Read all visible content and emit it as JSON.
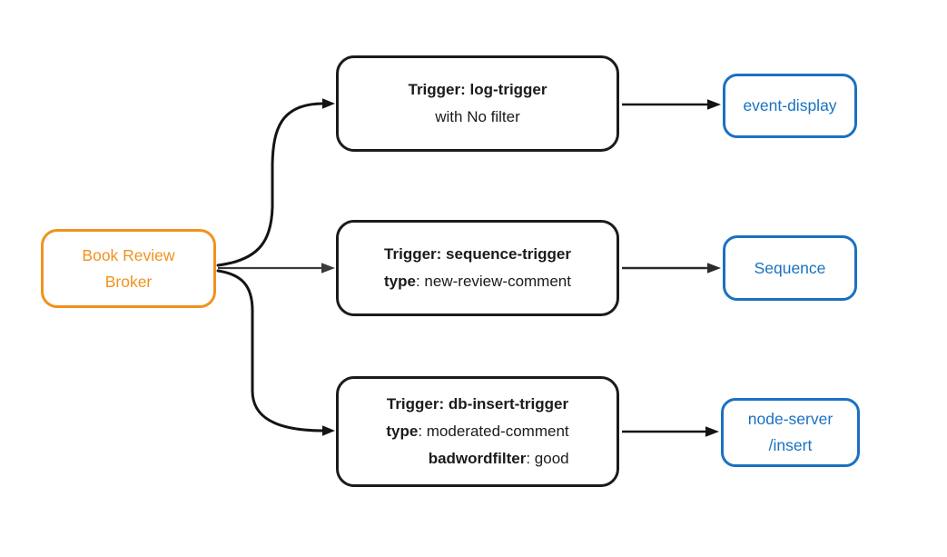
{
  "diagram": {
    "colors": {
      "broker_orange": "#F0921E",
      "sink_blue": "#1971C2",
      "node_border_black": "#1B1B1B",
      "edge_black": "#141414",
      "edge_gray": "#3A3A3A",
      "background": "#FFFFFF"
    },
    "broker": {
      "label_lines": [
        "Book Review",
        "Broker"
      ]
    },
    "triggers": [
      {
        "lines": [
          {
            "segments": [
              {
                "text": "Trigger: log-trigger",
                "bold": true
              }
            ]
          },
          {
            "segments": [
              {
                "text": "with No filter",
                "bold": false
              }
            ]
          }
        ]
      },
      {
        "lines": [
          {
            "segments": [
              {
                "text": "Trigger: sequence-trigger",
                "bold": true
              }
            ]
          },
          {
            "segments": [
              {
                "text": "type",
                "bold": true
              },
              {
                "text": ": new-review-comment",
                "bold": false
              }
            ]
          }
        ]
      },
      {
        "lines": [
          {
            "segments": [
              {
                "text": "Trigger: db-insert-trigger",
                "bold": true
              }
            ]
          },
          {
            "segments": [
              {
                "text": "type",
                "bold": true
              },
              {
                "text": ": moderated-comment",
                "bold": false
              }
            ]
          },
          {
            "segments": [
              {
                "text": "badwordfilter",
                "bold": true
              },
              {
                "text": ": good",
                "bold": false
              }
            ],
            "align": "right"
          }
        ]
      }
    ],
    "sinks": [
      {
        "label_lines": [
          "event-display"
        ]
      },
      {
        "label_lines": [
          "Sequence"
        ]
      },
      {
        "label_lines": [
          "node-server",
          "/insert"
        ]
      }
    ]
  }
}
